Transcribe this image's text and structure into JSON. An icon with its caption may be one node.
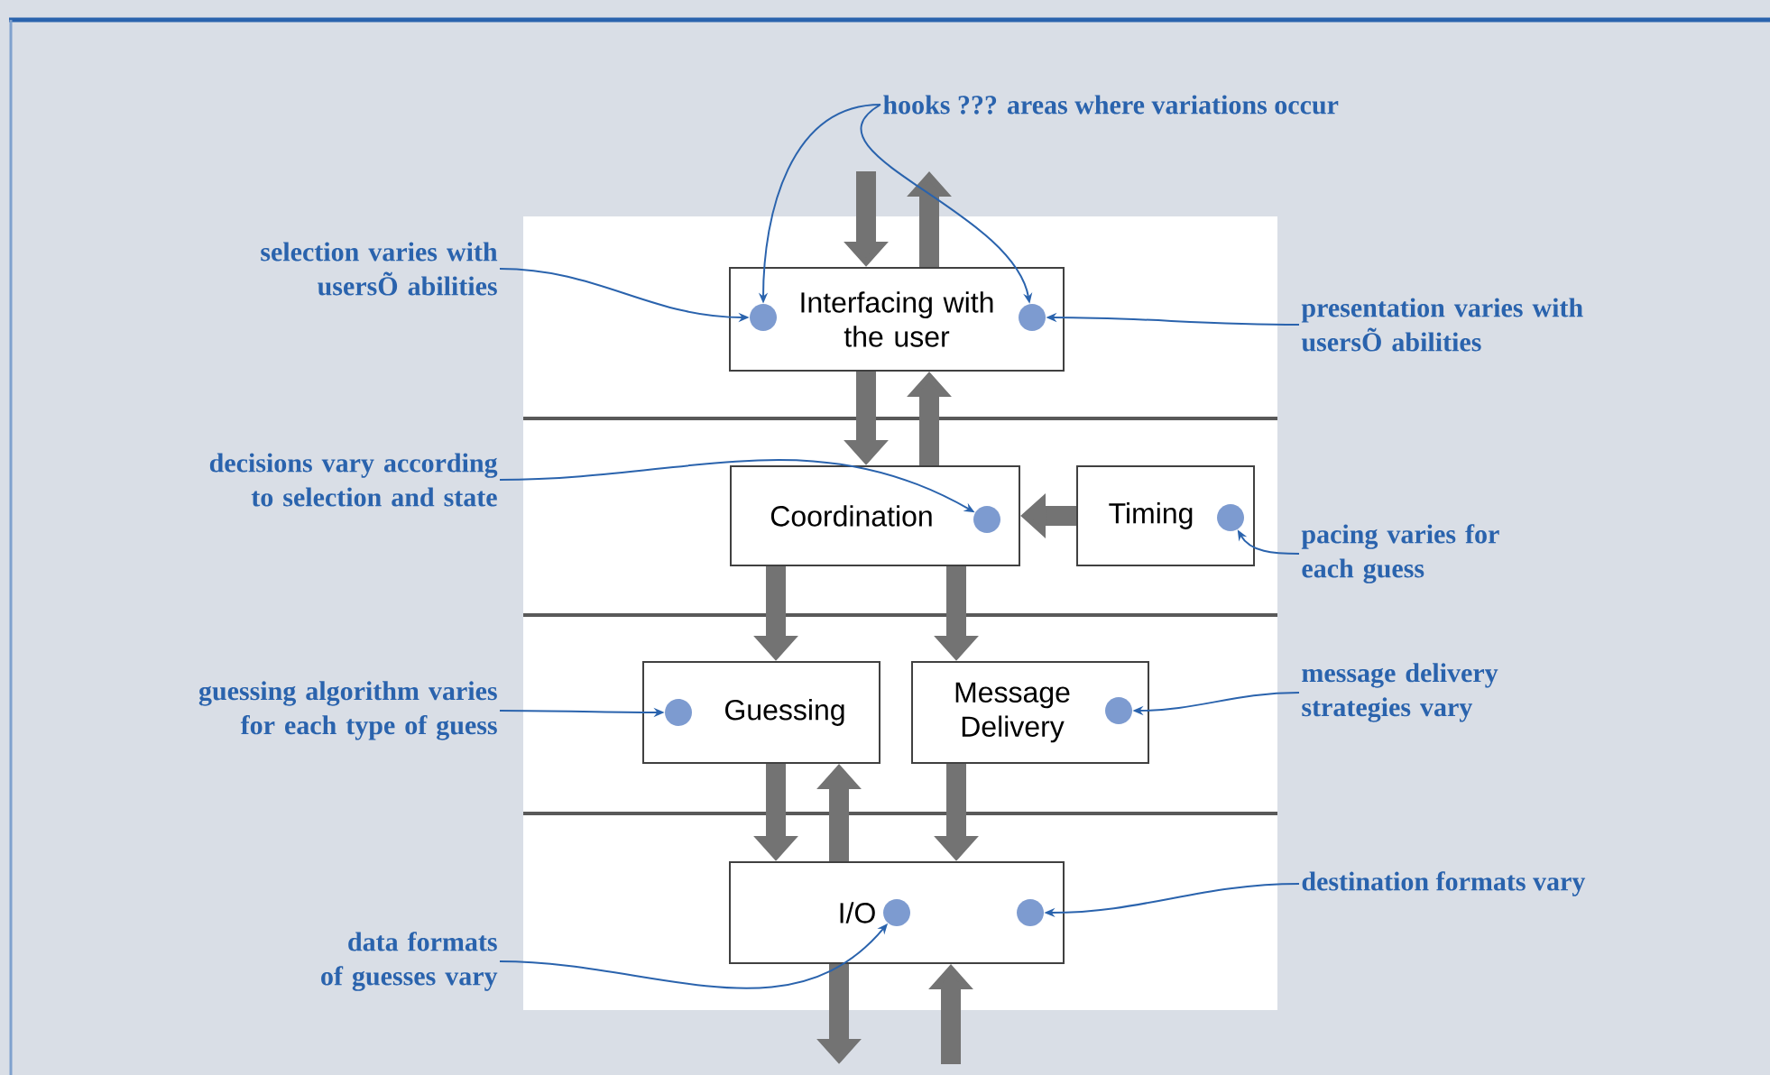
{
  "diagram": {
    "nodes": [
      {
        "text": [
          "Interfacing with the user"
        ]
      },
      {
        "text": [],
        "shape": "circle",
        "in": 0
      },
      {
        "text": [],
        "shape": "circle",
        "in": 0
      },
      {
        "text": [
          "Coordination"
        ]
      },
      {
        "text": [],
        "shape": "circle",
        "in": 3
      },
      {
        "text": [
          "Timing"
        ]
      },
      {
        "text": [],
        "shape": "circle",
        "in": 5
      },
      {
        "text": [
          "Guessing"
        ]
      },
      {
        "text": [],
        "shape": "circle",
        "in": 7
      },
      {
        "text": [
          "Message Delivery"
        ]
      },
      {
        "text": [],
        "shape": "circle",
        "in": 9
      },
      {
        "text": [
          "I/O"
        ]
      },
      {
        "text": [],
        "shape": "circle",
        "in": 11
      },
      {
        "text": [],
        "shape": "circle",
        "in": 11
      },
      {
        "text": [
          "hooks ??? areas where variations occur"
        ]
      },
      {
        "text": [
          "selection varies with usersÕ abilities"
        ]
      },
      {
        "text": [
          "presentation varies with usersÕ abilities"
        ]
      },
      {
        "text": [
          "decisions vary according to selection and state"
        ]
      },
      {
        "text": [
          "pacing varies for each guess"
        ]
      },
      {
        "text": [
          "guessing algorithm varies for each type of guess"
        ]
      },
      {
        "text": [
          "message delivery strategies vary"
        ]
      },
      {
        "text": [
          "destination formats vary"
        ]
      },
      {
        "text": [
          "data formats of guesses vary"
        ]
      }
    ],
    "edges": [
      {
        "from": null,
        "to": 0,
        "arrow": "to"
      },
      {
        "from": 0,
        "to": null,
        "arrow": "to"
      },
      {
        "from": 0,
        "to": 3,
        "arrow": "to"
      },
      {
        "from": 3,
        "to": 0,
        "arrow": "to"
      },
      {
        "from": 5,
        "to": 3,
        "arrow": "to"
      },
      {
        "from": 3,
        "to": 7,
        "arrow": "to"
      },
      {
        "from": 3,
        "to": 9,
        "arrow": "to"
      },
      {
        "from": 7,
        "to": 11,
        "arrow": "to"
      },
      {
        "from": 11,
        "to": 7,
        "arrow": "to"
      },
      {
        "from": 9,
        "to": 11,
        "arrow": "to"
      },
      {
        "from": 11,
        "to": null,
        "arrow": "to"
      },
      {
        "from": null,
        "to": 11,
        "arrow": "to"
      },
      {
        "from": 14,
        "to": 1,
        "arrow": "to",
        "color": "#2a63ad"
      },
      {
        "from": 14,
        "to": 2,
        "arrow": "to",
        "color": "#2a63ad"
      },
      {
        "from": 15,
        "to": 1,
        "arrow": "to",
        "color": "#2a63ad"
      },
      {
        "from": 16,
        "to": 2,
        "arrow": "to",
        "color": "#2a63ad"
      },
      {
        "from": 17,
        "to": 4,
        "arrow": "to",
        "color": "#2a63ad"
      },
      {
        "from": 18,
        "to": 6,
        "arrow": "to",
        "color": "#2a63ad"
      },
      {
        "from": 19,
        "to": 8,
        "arrow": "to",
        "color": "#2a63ad"
      },
      {
        "from": 20,
        "to": 10,
        "arrow": "to",
        "color": "#2a63ad"
      },
      {
        "from": 21,
        "to": 13,
        "arrow": "to",
        "color": "#2a63ad"
      },
      {
        "from": 22,
        "to": 12,
        "arrow": "to",
        "color": "#2a63ad"
      }
    ]
  }
}
